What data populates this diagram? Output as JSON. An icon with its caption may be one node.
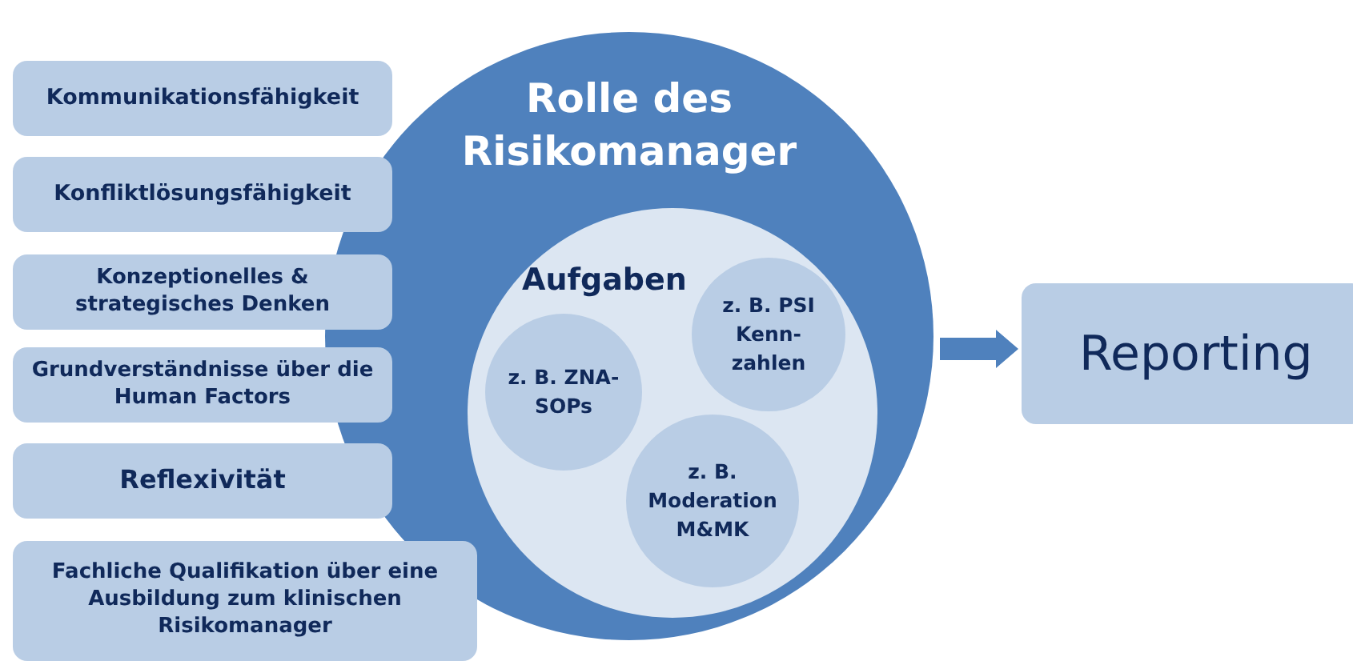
{
  "diagram": {
    "nodes": [
      {
        "text": [
          "Kommunikationsfähigkeit"
        ]
      },
      {
        "text": [
          "Konfliktlösungsfähigkeit"
        ]
      },
      {
        "text": [
          "Konzeptionelles & strategisches Denken"
        ]
      },
      {
        "text": [
          "Grundverständnisse über die Human Factors"
        ]
      },
      {
        "text": [
          "Reflexivität"
        ]
      },
      {
        "text": [
          "Fachliche Qualifikation über eine Ausbildung zum klinischen Risikomanager"
        ]
      },
      {
        "text": [
          "Rolle des Risikomanager"
        ]
      },
      {
        "text": [
          "Aufgaben"
        ],
        "in": 6
      },
      {
        "text": [
          "z. B. ZNA-SOPs"
        ],
        "in": 7
      },
      {
        "text": [
          "z. B. PSI Kenn-zahlen"
        ],
        "in": 7
      },
      {
        "text": [
          "z. B. Moderation M&MK"
        ],
        "in": 7
      },
      {
        "text": [
          "Reporting"
        ]
      }
    ],
    "edges": [
      {
        "from": 6,
        "to": 11,
        "arrow": "to"
      }
    ]
  }
}
